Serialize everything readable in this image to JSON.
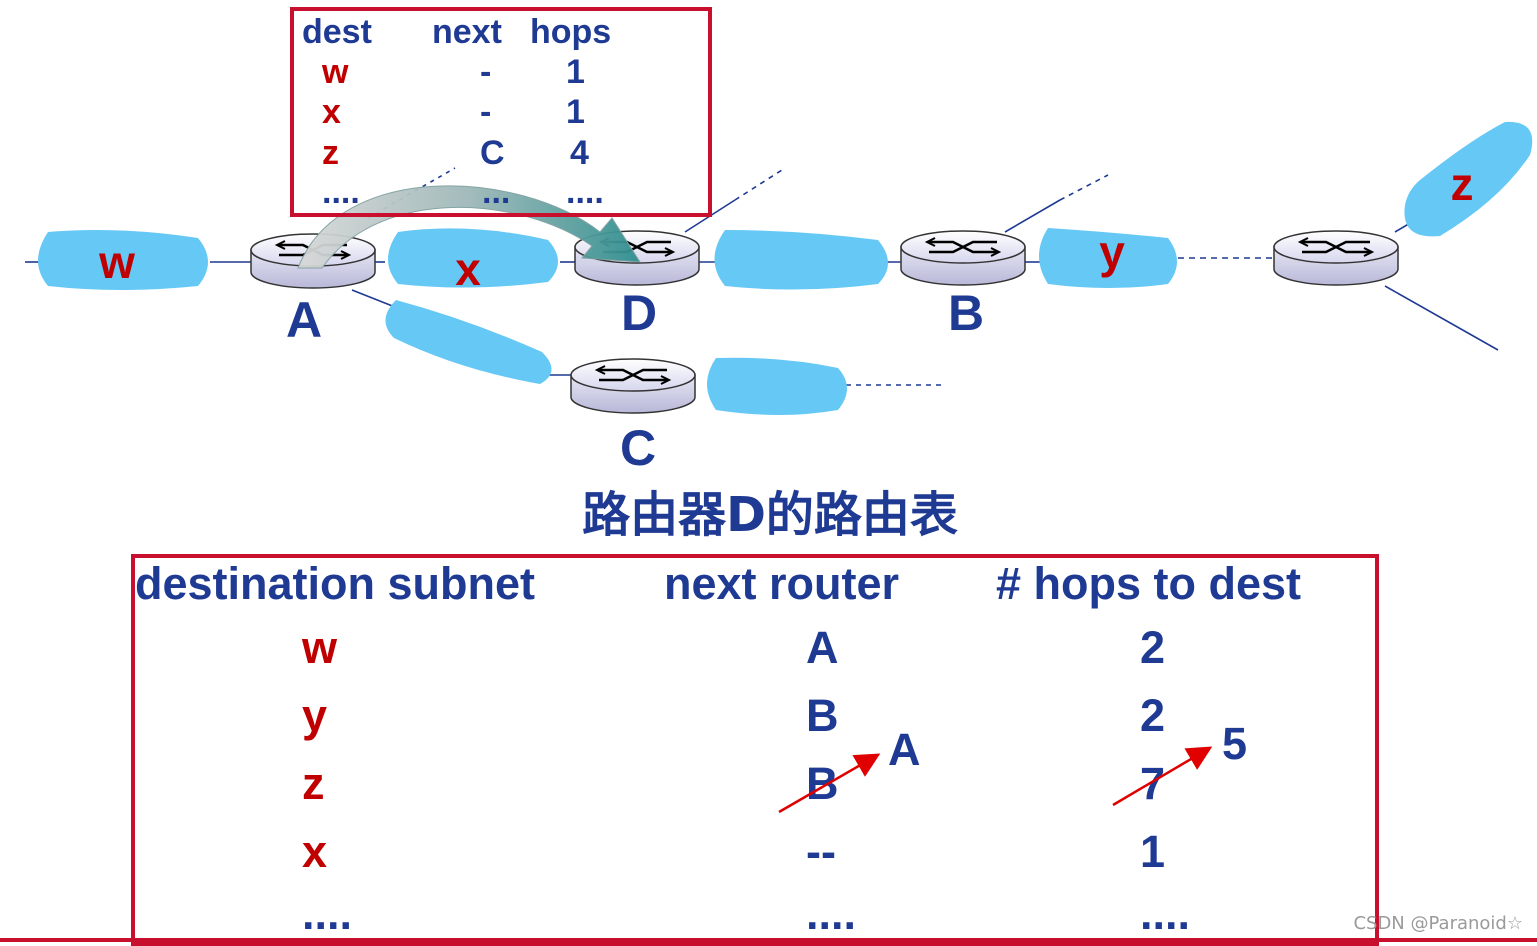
{
  "network": {
    "routers": [
      "A",
      "D",
      "B",
      "C"
    ],
    "subnets": [
      "w",
      "x",
      "y",
      "z"
    ]
  },
  "table_a": {
    "headers": [
      "dest",
      "next",
      "hops"
    ],
    "rows": [
      {
        "dest": "w",
        "next": "-",
        "hops": "1"
      },
      {
        "dest": "x",
        "next": "-",
        "hops": "1"
      },
      {
        "dest": "z",
        "next": "C",
        "hops": "4"
      },
      {
        "dest": "....",
        "next": "...",
        "hops": "...."
      }
    ]
  },
  "caption": "路由器D的路由表",
  "table_d": {
    "headers": [
      "destination subnet",
      "next  router",
      "# hops to dest"
    ],
    "rows": [
      {
        "dest": "w",
        "next": "A",
        "hops": "2"
      },
      {
        "dest": "y",
        "next": "B",
        "hops": "2"
      },
      {
        "dest": "z",
        "next": "B",
        "hops": "7"
      },
      {
        "dest": "x",
        "next": "--",
        "hops": "1"
      },
      {
        "dest": "....",
        "next": "....",
        "hops": "...."
      }
    ],
    "update": {
      "next": "A",
      "hops": "5"
    }
  },
  "watermark": "CSDN @Paranoid☆",
  "colors": {
    "navy": "#1f3a93",
    "red": "#c00000",
    "subnet": "#66c8f5",
    "border": "#c8102e"
  }
}
